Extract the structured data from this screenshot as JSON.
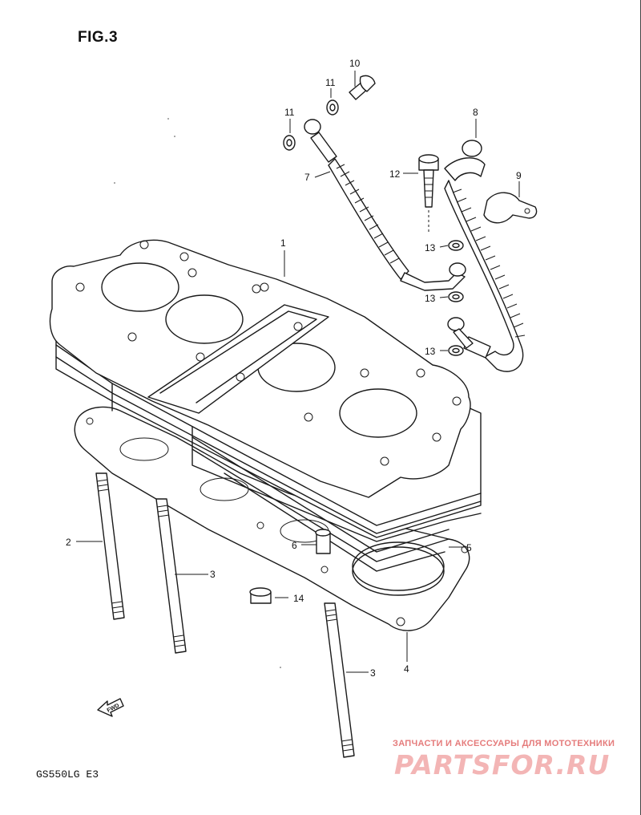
{
  "figure": {
    "title": "FIG.3",
    "model_code": "GS550LG  E3",
    "direction_marker": "FWD"
  },
  "callouts": [
    {
      "number": "1"
    },
    {
      "number": "2"
    },
    {
      "number": "3"
    },
    {
      "number": "3"
    },
    {
      "number": "4"
    },
    {
      "number": "5"
    },
    {
      "number": "6"
    },
    {
      "number": "7"
    },
    {
      "number": "8"
    },
    {
      "number": "9"
    },
    {
      "number": "10"
    },
    {
      "number": "11"
    },
    {
      "number": "11"
    },
    {
      "number": "12"
    },
    {
      "number": "13"
    },
    {
      "number": "13"
    },
    {
      "number": "13"
    },
    {
      "number": "14"
    }
  ],
  "watermark": {
    "tagline": "ЗАПЧАСТИ И АКСЕССУАРЫ ДЛЯ МОТОТЕХНИКИ",
    "logo": "PARTSFOR.RU",
    "colors": {
      "tagline": "#e57b7b",
      "logo": "#f3b5b5"
    }
  }
}
